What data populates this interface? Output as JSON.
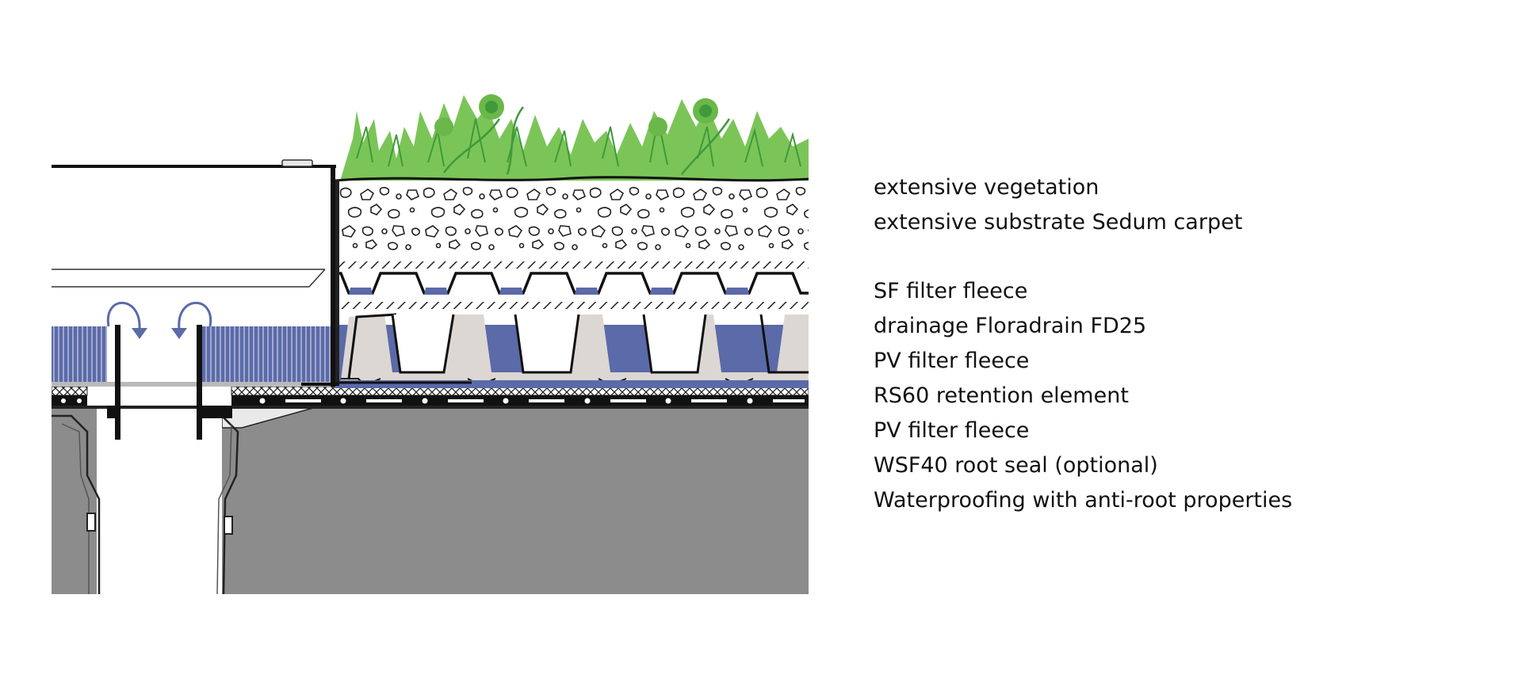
{
  "legend": {
    "items": [
      {
        "label": "extensive vegetation"
      },
      {
        "label": "extensive substrate Sedum carpet"
      },
      {
        "label": "SF filter fleece"
      },
      {
        "label": "drainage Floradrain FD25"
      },
      {
        "label": "PV filter fleece"
      },
      {
        "label": "RS60 retention element"
      },
      {
        "label": "PV filter fleece"
      },
      {
        "label": "WSF40 root seal (optional)"
      },
      {
        "label": "Waterproofing with anti-root properties"
      }
    ]
  },
  "colors": {
    "vegetation": "#6ab84a",
    "water": "#5b6aa8",
    "structure": "#8c8c8c",
    "element": "#ddd7d3",
    "outline": "#111111"
  }
}
